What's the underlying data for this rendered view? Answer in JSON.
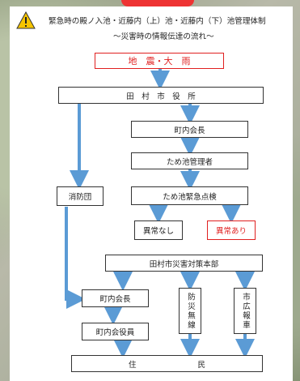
{
  "title": "緊急時の殿ノ入池・近藤内（上）池・近藤内（下）池管理体制",
  "subtitle": "～災害時の情報伝達の流れ～",
  "nodes": {
    "earthquake": "地　震・大　雨",
    "city_office": "田　村　市　役　所",
    "town_head_1": "町内会長",
    "pond_manager": "ため池管理者",
    "fire_brigade": "消防団",
    "pond_check": "ため池緊急点検",
    "no_anomaly": "異常なし",
    "anomaly": "異常あり",
    "disaster_hq": "田村市災害対策本部",
    "town_head_2": "町内会長",
    "disaster_radio": "防災無線",
    "city_pr": "市広報車",
    "town_officers": "町内会役員",
    "residents": "住　　　　　　　　民"
  },
  "colors": {
    "arrow": "#5b9bd5",
    "alert": "#e02020",
    "warning": "#f5c400"
  }
}
